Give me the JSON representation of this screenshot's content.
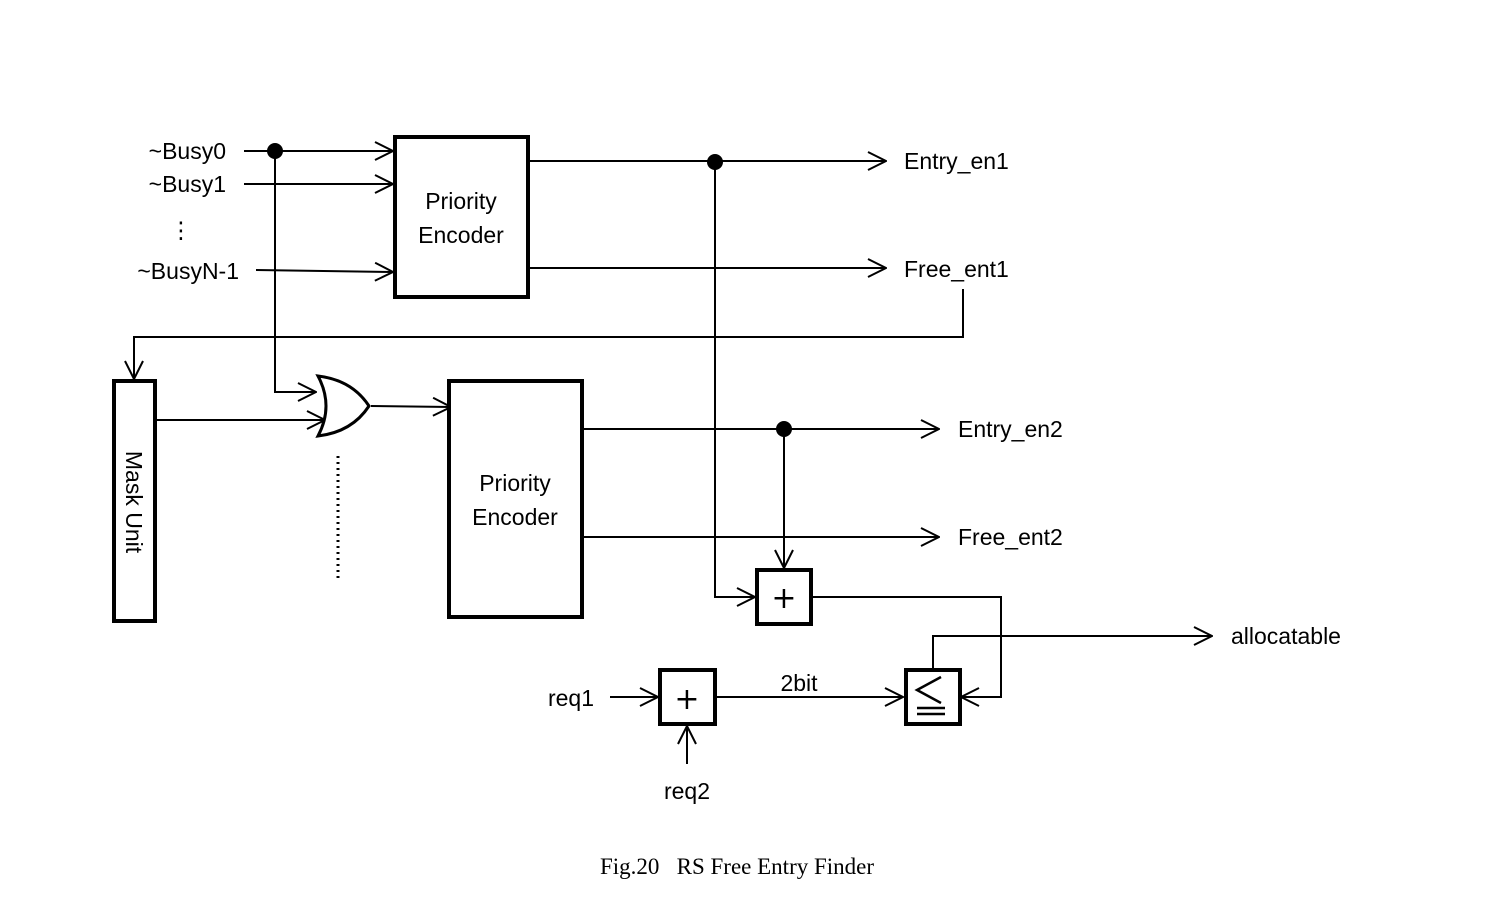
{
  "inputs": {
    "busy0": "~Busy0",
    "busy1": "~Busy1",
    "vdots": "⋮",
    "busyN": "~BusyN-1",
    "req1": "req1",
    "req2": "req2"
  },
  "blocks": {
    "pe1_line1": "Priority",
    "pe1_line2": "Encoder",
    "pe2_line1": "Priority",
    "pe2_line2": "Encoder",
    "mask_unit": "Mask Unit",
    "adder_top": "+",
    "adder_bottom": "+",
    "comparator": "≦"
  },
  "outputs": {
    "entry_en1": "Entry_en1",
    "free_ent1": "Free_ent1",
    "entry_en2": "Entry_en2",
    "free_ent2": "Free_ent2",
    "allocatable": "allocatable"
  },
  "wires": {
    "bus_width": "2bit"
  },
  "caption": "Fig.20   RS Free Entry Finder"
}
